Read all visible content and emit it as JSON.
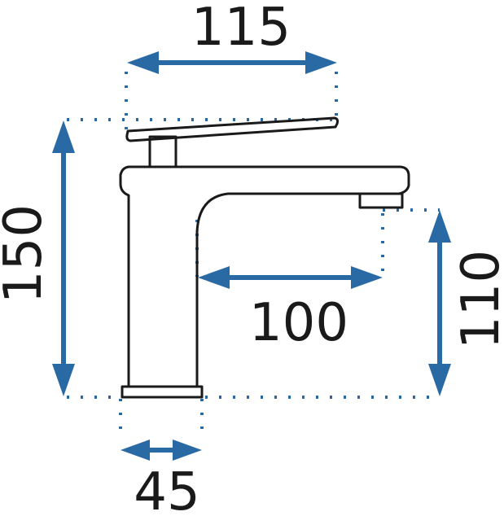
{
  "diagram": {
    "subject": "single-lever basin mixer tap",
    "dimensions": {
      "lever_width": "115",
      "total_height": "150",
      "spout_reach": "100",
      "spout_height": "110",
      "base_width": "45"
    },
    "colors": {
      "outline": "#1a1a1a",
      "dimension": "#2a6aa4",
      "background": "#ffffff"
    }
  }
}
